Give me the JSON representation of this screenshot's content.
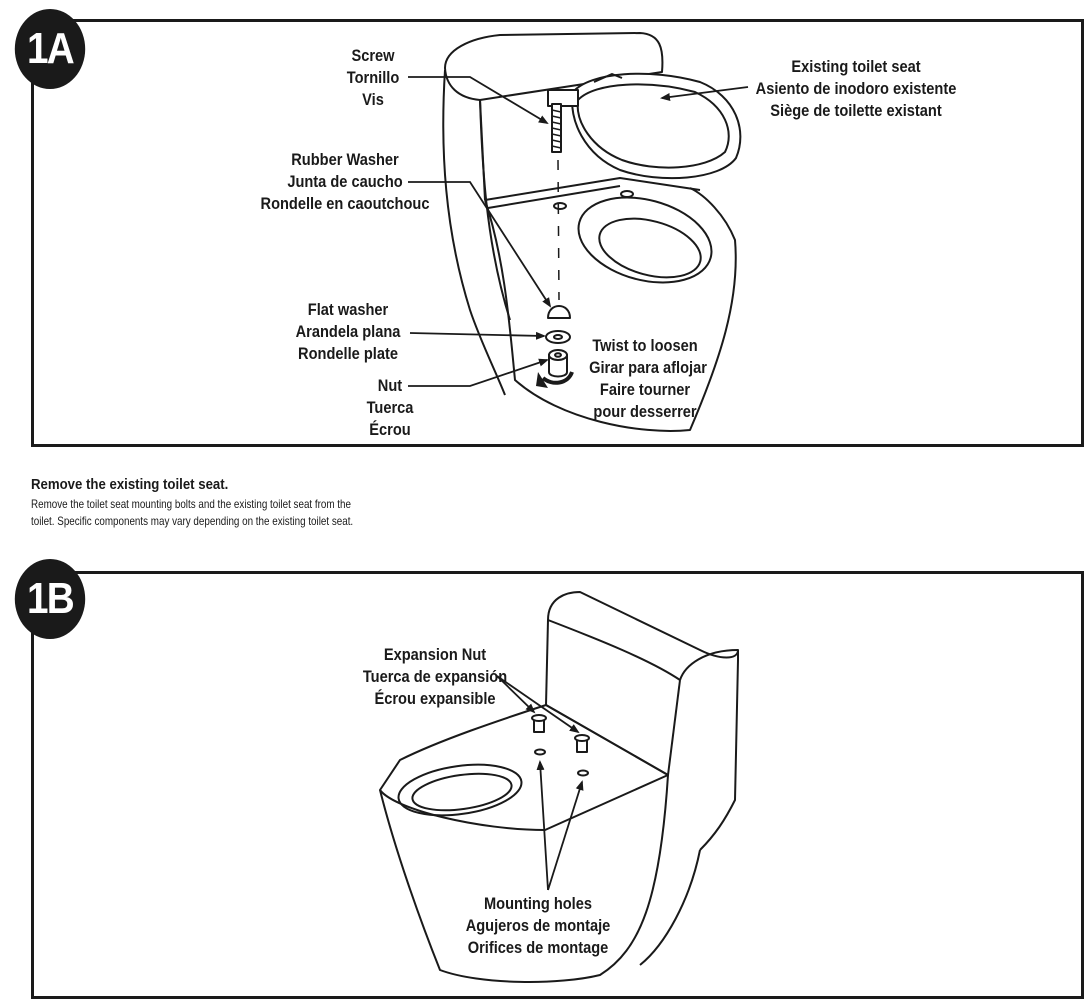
{
  "panel_1a": {
    "badge": "1A",
    "labels": {
      "screw": [
        "Screw",
        "Tornillo",
        "Vis"
      ],
      "existing_seat": [
        "Existing toilet seat",
        "Asiento de inodoro existente",
        "Siège de toilette existant"
      ],
      "rubber_washer": [
        "Rubber Washer",
        "Junta de caucho",
        "Rondelle en caoutchouc"
      ],
      "flat_washer": [
        "Flat washer",
        "Arandela plana",
        "Rondelle plate"
      ],
      "nut": [
        "Nut",
        "Tuerca",
        "Écrou"
      ],
      "twist": [
        "Twist to loosen",
        "Girar para aflojar",
        "Faire tourner",
        "pour desserrer"
      ]
    }
  },
  "instructions": {
    "title": "Remove the existing toilet seat.",
    "body": "Remove the toilet seat mounting bolts and the existing toilet seat from the toilet. Specific components may vary depending on the existing toilet seat."
  },
  "panel_1b": {
    "badge": "1B",
    "labels": {
      "expansion_nut": [
        "Expansion Nut",
        "Tuerca de expansión",
        "Écrou expansible"
      ],
      "mounting_holes": [
        "Mounting holes",
        "Agujeros de montaje",
        "Orifices de montage"
      ]
    }
  },
  "icons": {
    "toilet_1a": "toilet-with-seat-illustration-icon",
    "toilet_1b": "toilet-without-seat-illustration-icon",
    "twist_arrow": "counterclockwise-arrow-icon"
  }
}
